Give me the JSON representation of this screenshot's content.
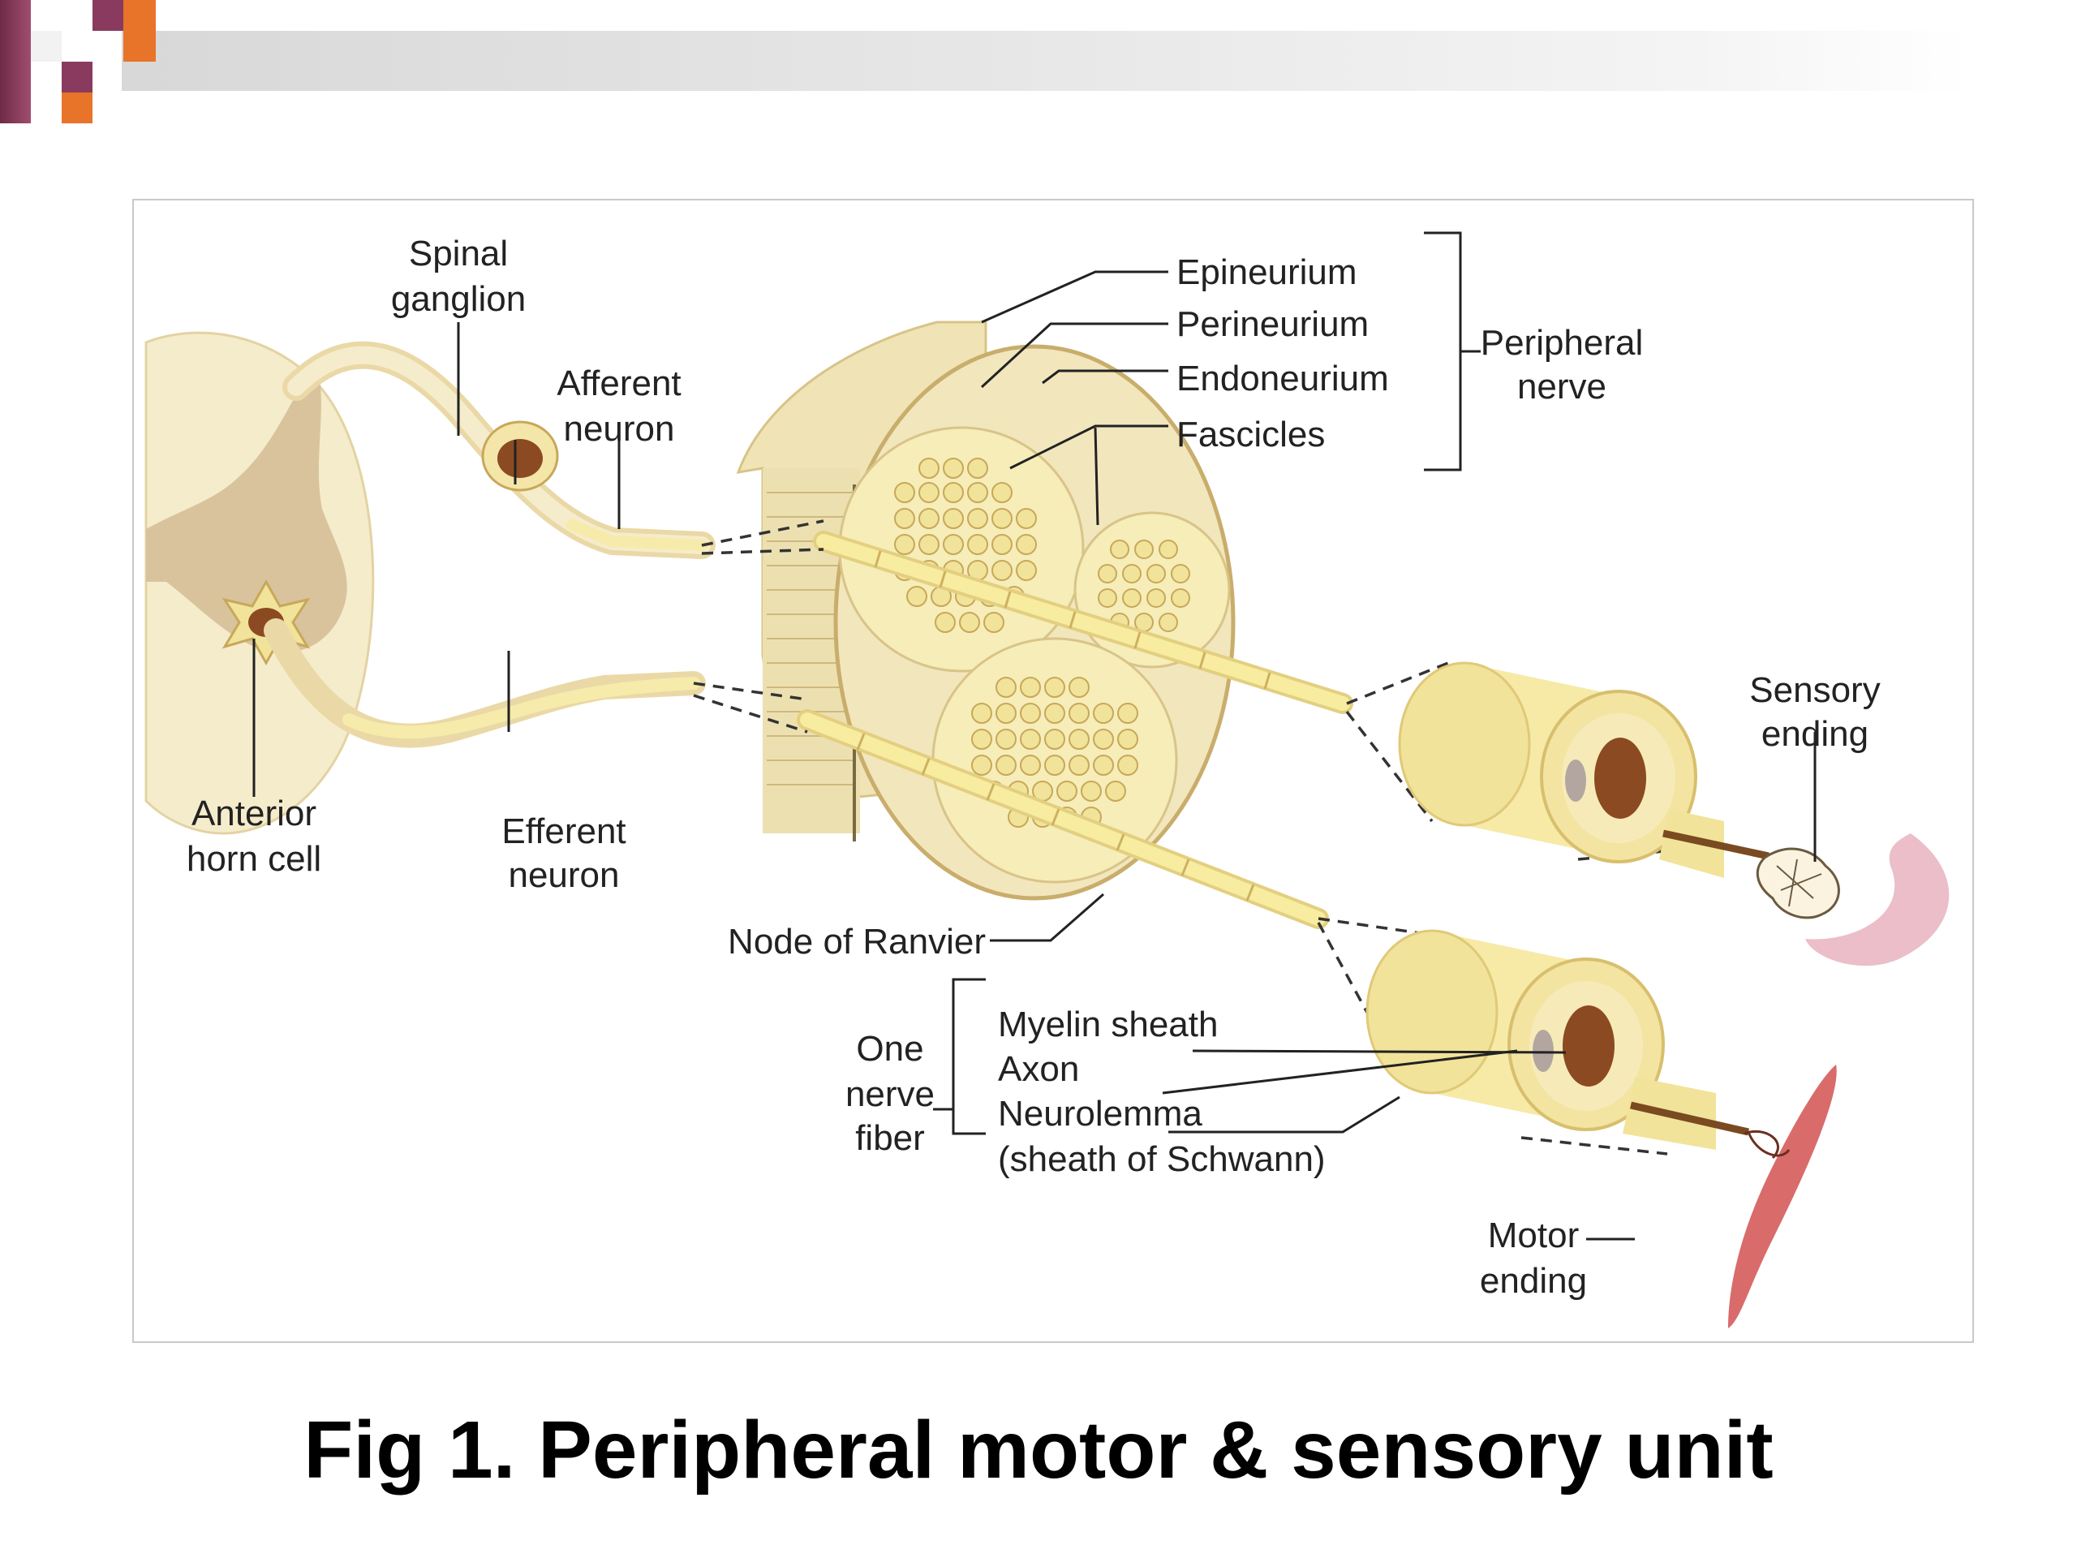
{
  "slide": {
    "caption": "Fig 1. Peripheral motor & sensory unit",
    "colors": {
      "accent_orange": "#e8742a",
      "accent_purple": "#8a3a5e",
      "bar_gray": "#dcdcdc"
    }
  },
  "diagram": {
    "labels": {
      "spinal_ganglion": [
        "Spinal",
        "ganglion"
      ],
      "afferent_neuron": [
        "Afferent",
        "neuron"
      ],
      "anterior_horn_cell": [
        "Anterior",
        "horn cell"
      ],
      "efferent_neuron": [
        "Efferent",
        "neuron"
      ],
      "epineurium": "Epineurium",
      "perineurium": "Perineurium",
      "endoneurium": "Endoneurium",
      "fascicles": "Fascicles",
      "peripheral_nerve": [
        "Peripheral",
        "nerve"
      ],
      "sensory_ending": [
        "Sensory",
        "ending"
      ],
      "node_of_ranvier": "Node of Ranvier",
      "one_nerve_fiber": [
        "One",
        "nerve",
        "fiber"
      ],
      "myelin_sheath": "Myelin sheath",
      "axon": "Axon",
      "neurolemma": "Neurolemma",
      "sheath_of_schwann": "(sheath of Schwann)",
      "motor_ending": [
        "Motor",
        "ending"
      ]
    },
    "colors": {
      "tissue_light": "#f5eccb",
      "tissue_mid": "#ead9a6",
      "gray_matter": "#d9c39d",
      "fiber_yellow": "#f6ebaa",
      "nucleus_brown": "#8c4a22",
      "muscle_red": "#d96b6b",
      "skin_pink": "#e7b3bf"
    }
  }
}
